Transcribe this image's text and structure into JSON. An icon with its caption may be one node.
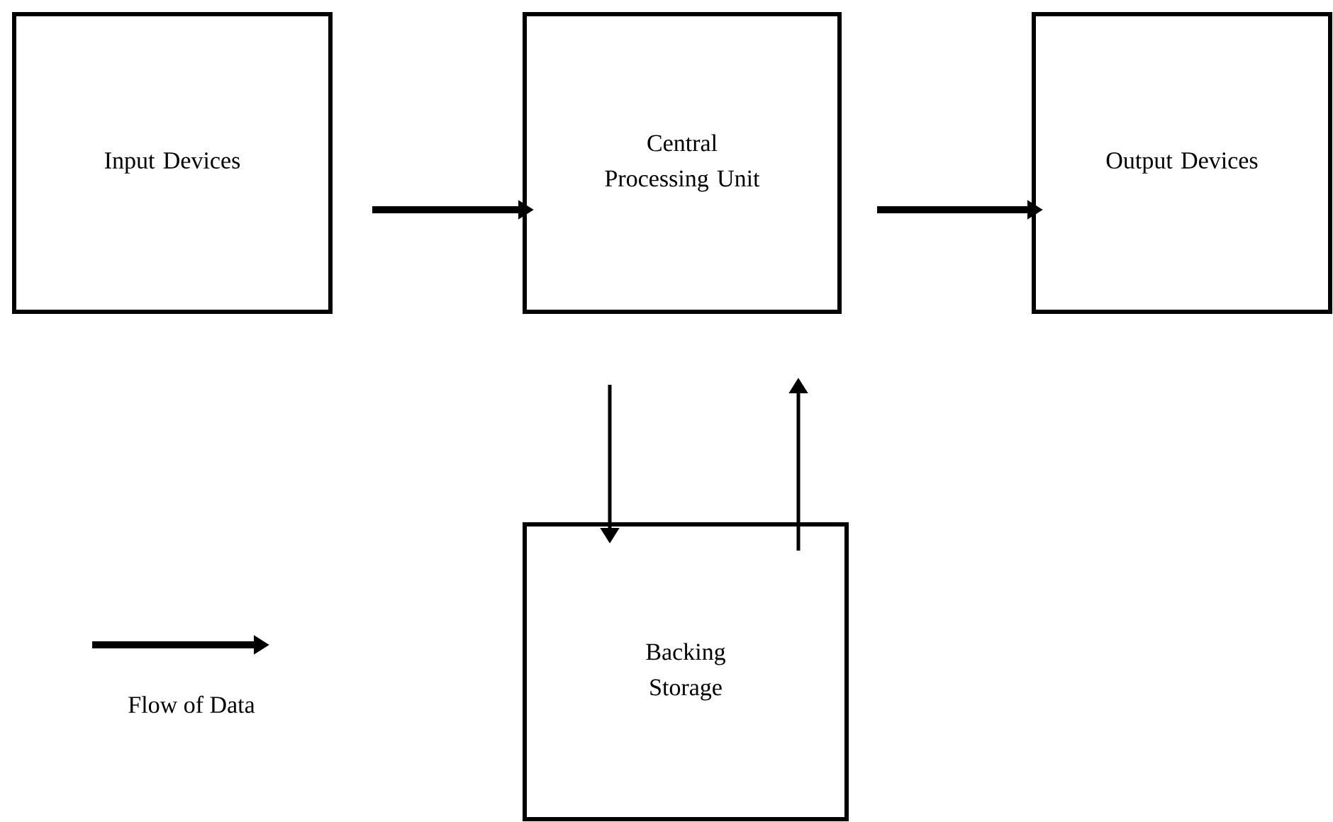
{
  "diagram": {
    "nodes": [
      {
        "text": [
          "Input Devices"
        ]
      },
      {
        "text": [
          "Central Processing Unit"
        ]
      },
      {
        "text": [
          "Output Devices"
        ]
      },
      {
        "text": [
          "Backing Storage"
        ]
      }
    ],
    "edges": [
      {
        "from": 0,
        "to": 1,
        "arrow": "to",
        "style": "thick"
      },
      {
        "from": 1,
        "to": 2,
        "arrow": "to",
        "style": "thick"
      },
      {
        "from": 1,
        "to": 3,
        "arrow": "to"
      },
      {
        "from": 3,
        "to": 1,
        "arrow": "to"
      }
    ],
    "legend": [
      {
        "text": "Flow of Data"
      }
    ]
  }
}
